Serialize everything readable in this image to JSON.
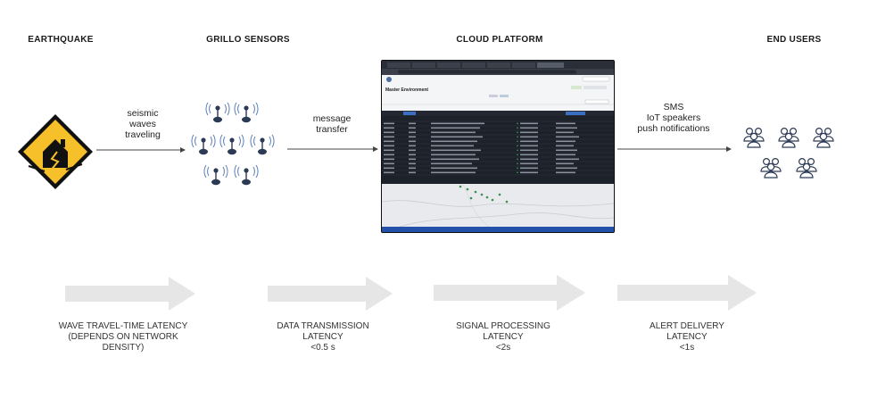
{
  "columns": {
    "earthquake": {
      "heading": "EARTHQUAKE"
    },
    "sensors": {
      "heading": "GRILLO SENSORS"
    },
    "cloud": {
      "heading": "CLOUD PLATFORM"
    },
    "users": {
      "heading": "END USERS"
    }
  },
  "flows": {
    "seismic": {
      "lines": [
        "seismic",
        "waves",
        "traveling"
      ]
    },
    "message": {
      "lines": [
        "message",
        "transfer"
      ]
    },
    "alerts": {
      "lines": [
        "SMS",
        "IoT speakers",
        "push notifications"
      ]
    }
  },
  "latencies": [
    {
      "lines": [
        "WAVE TRAVEL-TIME LATENCY",
        "(DEPENDS ON NETWORK",
        "DENSITY)"
      ]
    },
    {
      "lines": [
        "DATA TRANSMISSION",
        "LATENCY",
        "<0.5 s"
      ]
    },
    {
      "lines": [
        "SIGNAL PROCESSING",
        "LATENCY",
        "<2s"
      ]
    },
    {
      "lines": [
        "ALERT DELIVERY",
        "LATENCY",
        "<1s"
      ]
    }
  ],
  "screenshot": {
    "title": "Master Environment"
  },
  "colors": {
    "warning_fill": "#f5c02a",
    "warning_border": "#111111",
    "arrow_gray": "#e6e6e6",
    "icon_navy": "#2b3a55",
    "wave_blue": "#5a7fb5"
  },
  "icons": [
    "earthquake-warning-icon",
    "sensor-icon",
    "user-group-icon"
  ]
}
